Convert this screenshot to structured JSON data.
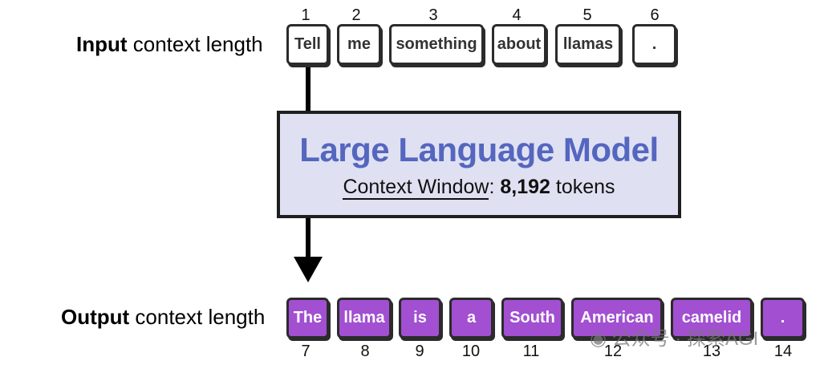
{
  "input_label": {
    "bold": "Input",
    "rest": " context length"
  },
  "output_label": {
    "bold": "Output",
    "rest": " context length"
  },
  "input_tokens": [
    {
      "num": "1",
      "text": "Tell"
    },
    {
      "num": "2",
      "text": "me"
    },
    {
      "num": "3",
      "text": "something"
    },
    {
      "num": "4",
      "text": "about"
    },
    {
      "num": "5",
      "text": "llamas"
    },
    {
      "num": "6",
      "text": "."
    }
  ],
  "output_tokens": [
    {
      "num": "7",
      "text": "The"
    },
    {
      "num": "8",
      "text": "llama"
    },
    {
      "num": "9",
      "text": "is"
    },
    {
      "num": "10",
      "text": "a"
    },
    {
      "num": "11",
      "text": "South"
    },
    {
      "num": "12",
      "text": "American"
    },
    {
      "num": "13",
      "text": "camelid"
    },
    {
      "num": "14",
      "text": "."
    }
  ],
  "model": {
    "title": "Large Language Model",
    "window_label": "Context Window",
    "colon": ": ",
    "window_value": "8,192",
    "window_unit": " tokens"
  },
  "watermark": "公众号 · 探索AGI",
  "colors": {
    "output_token": "#a24fd1",
    "title": "#5566bf",
    "box": "#dfe1f2"
  }
}
